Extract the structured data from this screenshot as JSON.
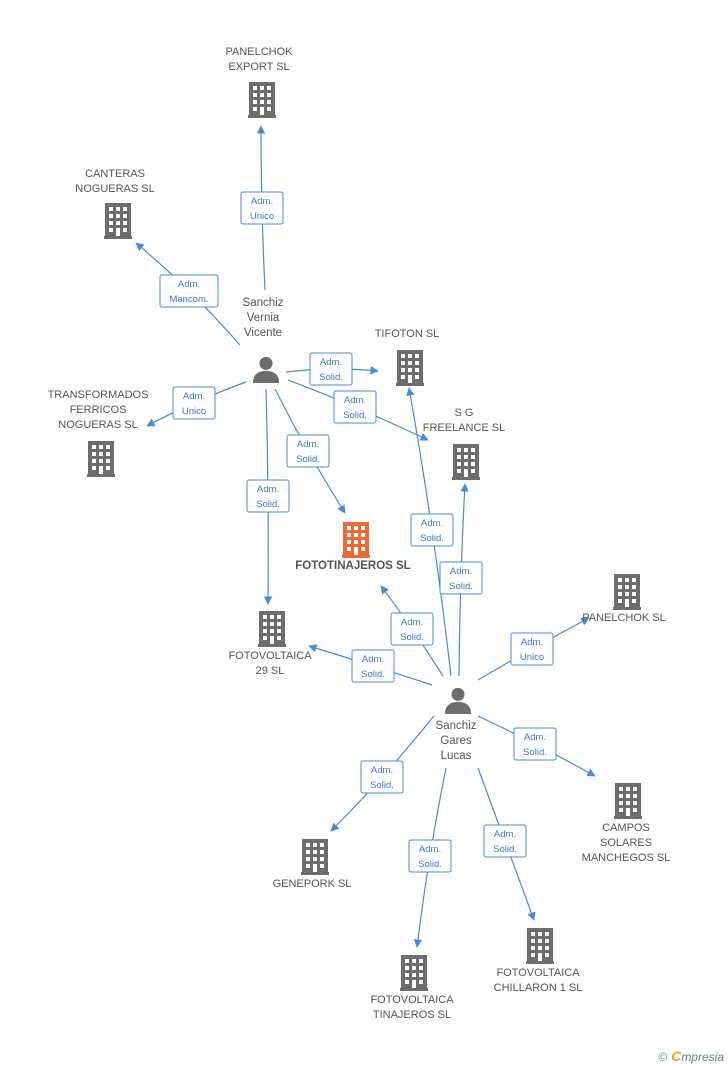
{
  "colors": {
    "edge": "#4a8ad8",
    "company": "#6d6d6d",
    "main_company": "#f06a35",
    "person": "#6d6d6d",
    "badge_text": "#3a78c8"
  },
  "companies": [
    {
      "id": "panelchok_export",
      "label": [
        "PANELCHOK",
        "EXPORT SL"
      ],
      "icon": "building-icon"
    },
    {
      "id": "canteras",
      "label": [
        "CANTERAS",
        "NOGUERAS SL"
      ],
      "icon": "building-icon"
    },
    {
      "id": "transformados",
      "label": [
        "TRANSFORMADOS",
        "FERRICOS",
        "NOGUERAS SL"
      ],
      "icon": "building-icon"
    },
    {
      "id": "tifoton",
      "label": [
        "TIFOTON SL"
      ],
      "icon": "building-icon"
    },
    {
      "id": "sg_freelance",
      "label": [
        "S G",
        "FREELANCE SL"
      ],
      "icon": "building-icon"
    },
    {
      "id": "fototinajeros",
      "label": [
        "FOTOTINAJEROS SL"
      ],
      "icon": "building-icon",
      "main": true
    },
    {
      "id": "fotovoltaica29",
      "label": [
        "FOTOVOLTAICA",
        "29 SL"
      ],
      "icon": "building-icon"
    },
    {
      "id": "panelchok",
      "label": [
        "PANELCHOK SL"
      ],
      "icon": "building-icon"
    },
    {
      "id": "campos",
      "label": [
        "CAMPOS",
        "SOLARES",
        "MANCHEGOS SL"
      ],
      "icon": "building-icon"
    },
    {
      "id": "geneporк",
      "label": [
        "GENEPORK SL"
      ],
      "icon": "building-icon"
    },
    {
      "id": "fv_tinajeros",
      "label": [
        "FOTOVOLTAICA",
        "TINAJEROS SL"
      ],
      "icon": "building-icon"
    },
    {
      "id": "fv_chillaron",
      "label": [
        "FOTOVOLTAICA",
        "CHILLARON 1 SL"
      ],
      "icon": "building-icon"
    }
  ],
  "persons": [
    {
      "id": "vicente",
      "label": [
        "Sanchiz",
        "Vernia",
        "Vicente"
      ],
      "icon": "person-icon"
    },
    {
      "id": "lucas",
      "label": [
        "Sanchiz",
        "Gares",
        "Lucas"
      ],
      "icon": "person-icon"
    }
  ],
  "edges": [
    {
      "from": "vicente",
      "to": "panelchok_export",
      "badge": [
        "Adm.",
        "Unico"
      ]
    },
    {
      "from": "vicente",
      "to": "canteras",
      "badge": [
        "Adm.",
        "Mancom."
      ]
    },
    {
      "from": "vicente",
      "to": "transformados",
      "badge": [
        "Adm.",
        "Unico"
      ]
    },
    {
      "from": "vicente",
      "to": "tifoton",
      "badge": [
        "Adm.",
        "Solid."
      ]
    },
    {
      "from": "vicente",
      "to": "sg_freelance",
      "badge": [
        "Adm.",
        "Solid."
      ]
    },
    {
      "from": "vicente",
      "to": "fototinajeros",
      "badge": [
        "Adm.",
        "Solid."
      ]
    },
    {
      "from": "vicente",
      "to": "fotovoltaica29",
      "badge": [
        "Adm.",
        "Solid."
      ]
    },
    {
      "from": "lucas",
      "to": "tifoton",
      "badge": [
        "Adm.",
        "Solid."
      ]
    },
    {
      "from": "lucas",
      "to": "sg_freelance",
      "badge": [
        "Adm.",
        "Solid."
      ]
    },
    {
      "from": "lucas",
      "to": "fototinajeros",
      "badge": [
        "Adm.",
        "Solid."
      ]
    },
    {
      "from": "lucas",
      "to": "fotovoltaica29",
      "badge": [
        "Adm.",
        "Solid."
      ]
    },
    {
      "from": "lucas",
      "to": "panelchok",
      "badge": [
        "Adm.",
        "Unico"
      ]
    },
    {
      "from": "lucas",
      "to": "campos",
      "badge": [
        "Adm.",
        "Solid."
      ]
    },
    {
      "from": "lucas",
      "to": "geneporк",
      "badge": [
        "Adm.",
        "Solid."
      ]
    },
    {
      "from": "lucas",
      "to": "fv_tinajeros",
      "badge": [
        "Adm.",
        "Solid."
      ]
    },
    {
      "from": "lucas",
      "to": "fv_chillaron",
      "badge": [
        "Adm.",
        "Solid."
      ]
    }
  ],
  "footer": {
    "copyright": "©",
    "brand_first": "C",
    "brand_rest": "mpresia"
  }
}
